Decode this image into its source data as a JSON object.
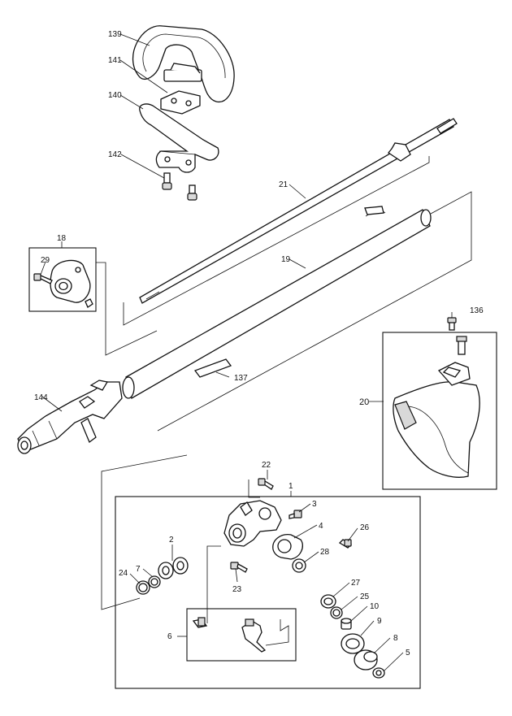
{
  "parts": [
    {
      "id": "p139",
      "number": "139"
    },
    {
      "id": "p141",
      "number": "141"
    },
    {
      "id": "p140",
      "number": "140"
    },
    {
      "id": "p142",
      "number": "142"
    },
    {
      "id": "p21",
      "number": "21"
    },
    {
      "id": "p18",
      "number": "18"
    },
    {
      "id": "p29",
      "number": "29"
    },
    {
      "id": "p19",
      "number": "19"
    },
    {
      "id": "p136",
      "number": "136"
    },
    {
      "id": "p137",
      "number": "137"
    },
    {
      "id": "p144",
      "number": "144"
    },
    {
      "id": "p20",
      "number": "20"
    },
    {
      "id": "p22",
      "number": "22"
    },
    {
      "id": "p1",
      "number": "1"
    },
    {
      "id": "p3",
      "number": "3"
    },
    {
      "id": "p2",
      "number": "2"
    },
    {
      "id": "p4",
      "number": "4"
    },
    {
      "id": "p26",
      "number": "26"
    },
    {
      "id": "p28",
      "number": "28"
    },
    {
      "id": "p24",
      "number": "24"
    },
    {
      "id": "p7",
      "number": "7"
    },
    {
      "id": "p23",
      "number": "23"
    },
    {
      "id": "p27",
      "number": "27"
    },
    {
      "id": "p25",
      "number": "25"
    },
    {
      "id": "p10",
      "number": "10"
    },
    {
      "id": "p9",
      "number": "9"
    },
    {
      "id": "p6",
      "number": "6"
    },
    {
      "id": "p8",
      "number": "8"
    },
    {
      "id": "p5",
      "number": "5"
    }
  ]
}
